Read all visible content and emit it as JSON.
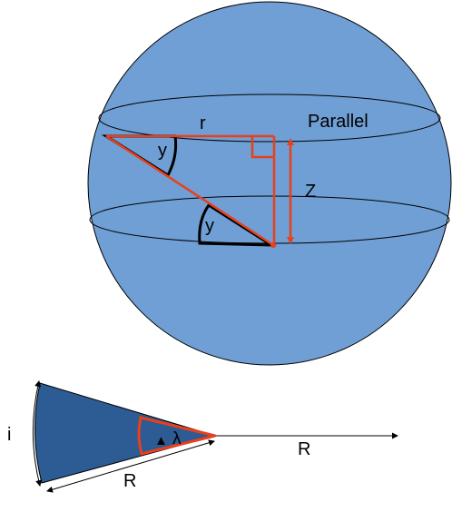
{
  "labels": {
    "parallel": "Parallel",
    "r": "r",
    "z": "Z",
    "angle_upper": "y",
    "angle_lower": "y",
    "arc_length": "i",
    "radius_side": "R",
    "radius_ray": "R",
    "lambda": "λ",
    "lambda_marker": "▲"
  },
  "colors": {
    "sphere_fill": "#6f9fd4",
    "sector_fill": "#2d5b93",
    "outline": "#000000",
    "construction": "#e8401c"
  }
}
